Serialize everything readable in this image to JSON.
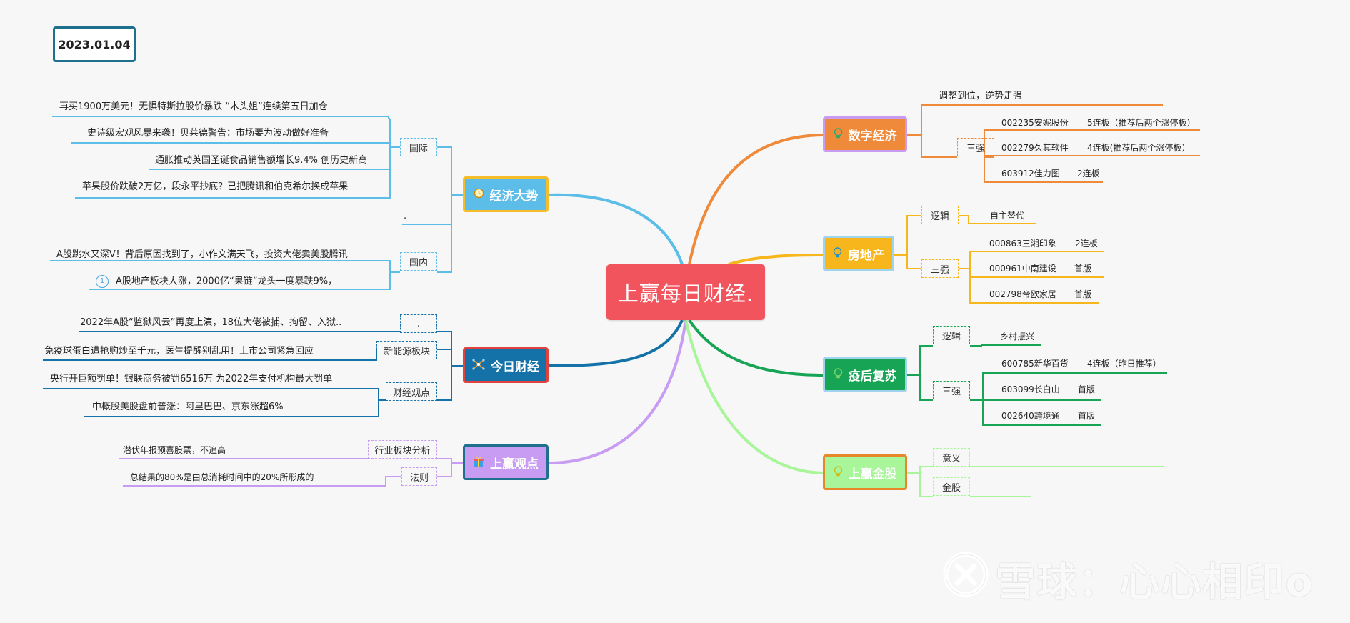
{
  "date": "2023.01.04",
  "center": "上赢每日财经.",
  "colors": {
    "center": "#f1545c",
    "jingji": "#5bbde8",
    "jinri": "#1472a8",
    "guandian": "#c89cf2",
    "shuzi": "#ee8a3a",
    "fangdichan": "#f7b71c",
    "yihou": "#17a455",
    "jingu": "#a8f59a"
  },
  "icons": {
    "jingji": "clock-icon",
    "jinri": "network-icon",
    "guandian": "gift-icon",
    "shuzi": "bulb-icon",
    "fangdichan": "bulb-icon",
    "yihou": "bulb-icon",
    "jingu": "bulb-icon"
  },
  "left": {
    "jingji": {
      "title": "经济大势",
      "guoji": "国际",
      "guonei": "国内",
      "dot": ".",
      "guoji_items": [
        "再买1900万美元！无惧特斯拉股价暴跌 “木头姐”连续第五日加仓",
        "史诗级宏观风暴来袭！贝莱德警告：市场要为波动做好准备",
        "通胀推动英国圣诞食品销售额增长9.4% 创历史新高",
        "苹果股价跌破2万亿，段永平抄底？已把腾讯和伯克希尔换成苹果"
      ],
      "guonei_items": [
        "A股跳水又深V！背后原因找到了，小作文满天飞，投资大佬卖美股腾讯",
        "A股地产板块大涨，2000亿“果链”龙头一度暴跌9%，"
      ],
      "badge": "1"
    },
    "jinri": {
      "title": "今日财经",
      "cat_dot": ".",
      "cat_energy": "新能源板块",
      "cat_view": "财经观点",
      "items": [
        "2022年A股“监狱风云”再度上演，18位大佬被捕、拘留、入狱..",
        "免疫球蛋白遭抢购炒至千元，医生提醒别乱用！上市公司紧急回应",
        "央行开巨额罚单！银联商务被罚6516万 为2022年支付机构最大罚单",
        "中概股美股盘前普涨：阿里巴巴、京东涨超6%"
      ]
    },
    "guandian": {
      "title": "上赢观点",
      "cat_industry": "行业板块分析",
      "cat_rule": "法则",
      "items": [
        "潜伏年报预喜股票，不追高",
        "总结果的80%是由总消耗时间中的20%所形成的"
      ]
    }
  },
  "right": {
    "shuzi": {
      "title": "数字经济",
      "top_text": "调整到位，逆势走强",
      "cat": "三强",
      "stocks": [
        {
          "name": "002235安妮股份",
          "note": "5连板（推荐后两个涨停板）"
        },
        {
          "name": "002279久其软件",
          "note": "4连板(推荐后两个涨停板）"
        },
        {
          "name": "603912佳力图",
          "note": "2连板"
        }
      ]
    },
    "fangdichan": {
      "title": "房地产",
      "cat_logic": "逻辑",
      "logic_text": "自主替代",
      "cat": "三强",
      "stocks": [
        {
          "name": "000863三湘印象",
          "note": "2连板"
        },
        {
          "name": "000961中南建设",
          "note": "首版"
        },
        {
          "name": "002798帝欧家居",
          "note": "首版"
        }
      ]
    },
    "yihou": {
      "title": "疫后复苏",
      "cat_logic": "逻辑",
      "logic_text": "乡村振兴",
      "cat": "三强",
      "stocks": [
        {
          "name": "600785新华百货",
          "note": "4连板（昨日推荐）"
        },
        {
          "name": "603099长白山",
          "note": "首版"
        },
        {
          "name": "002640跨境通",
          "note": "首版"
        }
      ]
    },
    "jingu": {
      "title": "上赢金股",
      "cat_meaning": "意义",
      "cat_gold": "金股"
    }
  },
  "watermark": "雪球：心心相印o"
}
